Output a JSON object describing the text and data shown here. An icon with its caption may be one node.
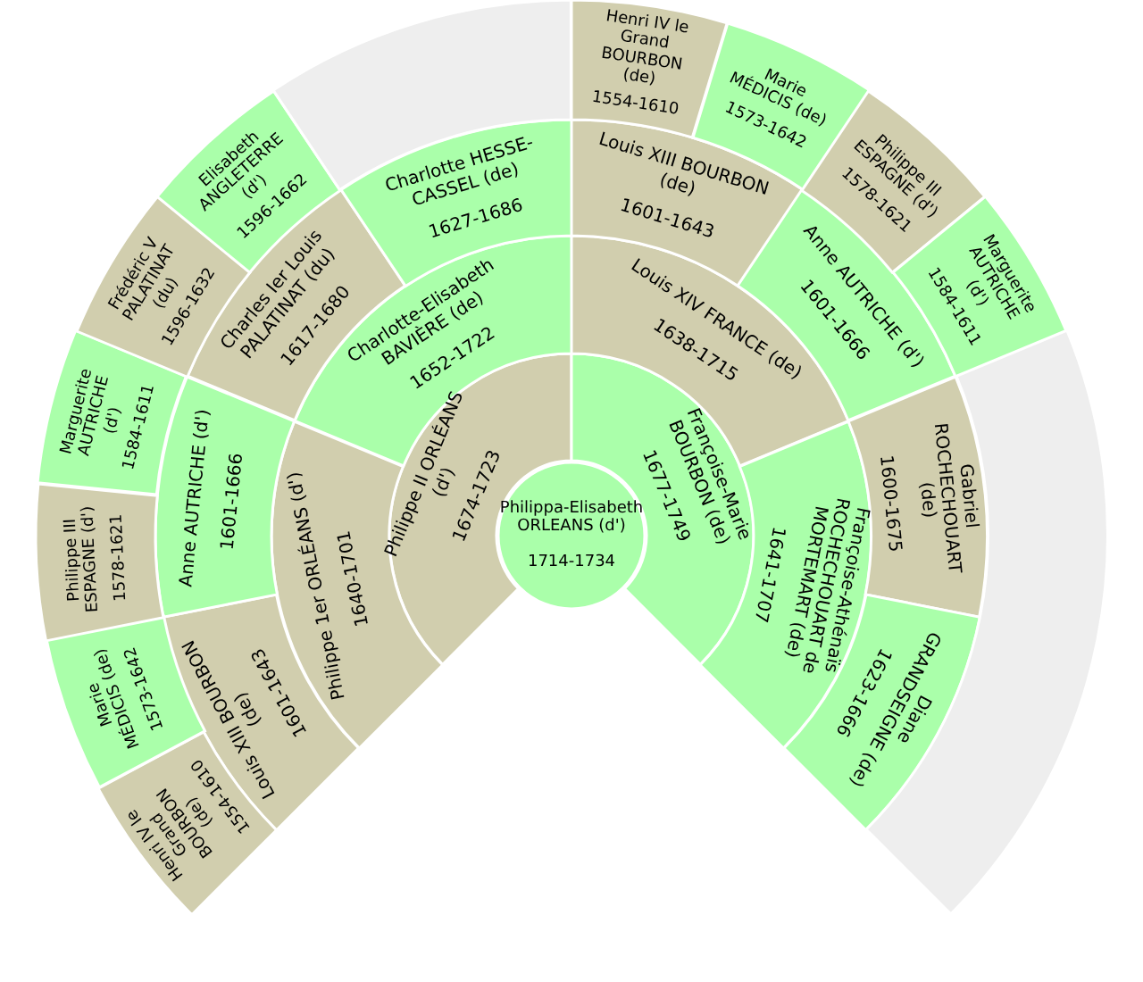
{
  "diagram": {
    "nodes": [
      {
        "text": [
          "Philippa-Elisabeth ORLEANS (d')",
          "1714-1734"
        ]
      },
      {
        "text": [
          "Philippe II ORLÉANS (d')",
          "1674-1723"
        ]
      },
      {
        "text": [
          "Françoise-Marie BOURBON (de)",
          "1677-1749"
        ]
      },
      {
        "text": [
          "Philippe 1er ORLÉANS (d')",
          "1640-1701"
        ]
      },
      {
        "text": [
          "Charlotte-Elisabeth BAVIÈRE (de)",
          "1652-1722"
        ]
      },
      {
        "text": [
          "Louis XIV FRANCE (de)",
          "1638-1715"
        ]
      },
      {
        "text": [
          "Françoise-Athénaïs ROCHECHOUART de MORTEMART (de)",
          "1641-1707"
        ]
      },
      {
        "text": [
          "Louis XIII BOURBON (de)",
          "1601-1643"
        ]
      },
      {
        "text": [
          "Anne AUTRICHE (d')",
          "1601-1666"
        ]
      },
      {
        "text": [
          "Charles Ier Louis PALATINAT (du)",
          "1617-1680"
        ]
      },
      {
        "text": [
          "Charlotte HESSE-CASSEL (de)",
          "1627-1686"
        ]
      },
      {
        "text": [
          "Louis XIII BOURBON (de)",
          "1601-1643"
        ]
      },
      {
        "text": [
          "Anne AUTRICHE (d')",
          "1601-1666"
        ]
      },
      {
        "text": [
          "Gabriel ROCHECHOUART (de)",
          "1600-1675"
        ]
      },
      {
        "text": [
          "Diane GRANDSEIGNE (de)",
          "1623-1666"
        ]
      },
      {
        "text": [
          "Henri IV le Grand BOURBON (de)",
          "1554-1610"
        ]
      },
      {
        "text": [
          "Marie MÉDICIS (de)",
          "1573-1642"
        ]
      },
      {
        "text": [
          "Philippe III ESPAGNE (d')",
          "1578-1621"
        ]
      },
      {
        "text": [
          "Marguerite AUTRICHE (d')",
          "1584-1611"
        ]
      },
      {
        "text": [
          "Frédéric V PALATINAT (du)",
          "1596-1632"
        ]
      },
      {
        "text": [
          "Elisabeth ANGLETERRE (d')",
          "1596-1662"
        ]
      },
      {
        "text": [
          "Henri IV le Grand BOURBON (de)",
          "1554-1610"
        ]
      },
      {
        "text": [
          "Marie MÉDICIS (de)",
          "1573-1642"
        ]
      },
      {
        "text": [
          "Philippe III ESPAGNE (d')",
          "1578-1621"
        ]
      },
      {
        "text": [
          "Marguerite AUTRICHE (d')",
          "1584-1611"
        ]
      },
      {
        "text": [],
        "shape": "sector"
      },
      {
        "text": [],
        "shape": "sector"
      }
    ]
  }
}
